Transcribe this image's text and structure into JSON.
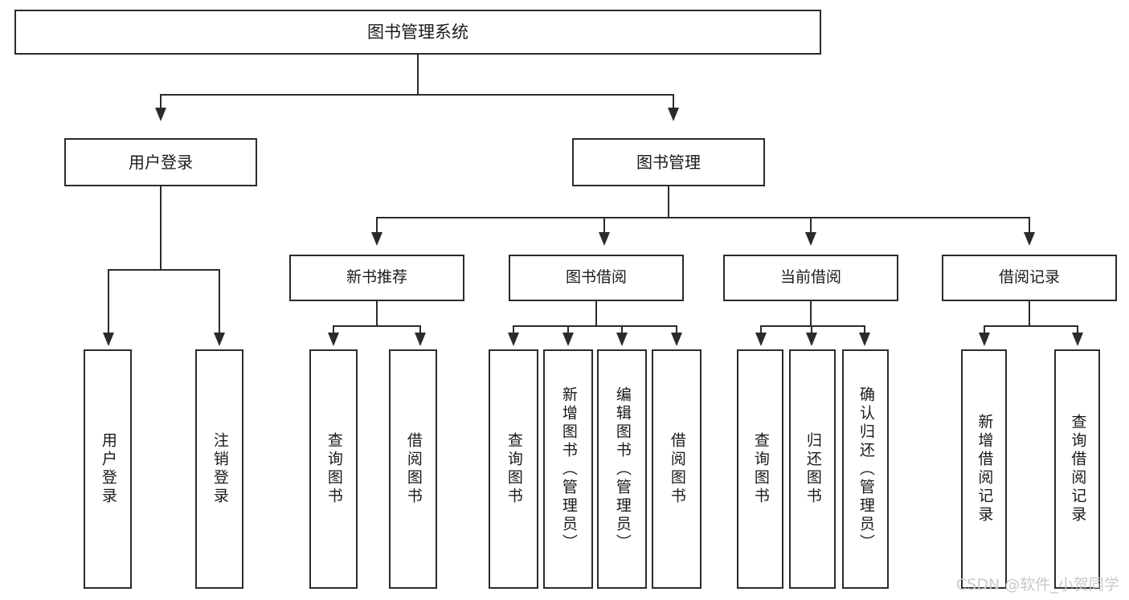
{
  "diagram": {
    "title": "图书管理系统",
    "type": "hierarchy-tree",
    "root": {
      "label": "图书管理系统"
    },
    "level1": [
      {
        "id": "user-login",
        "label": "用户登录"
      },
      {
        "id": "book-manage",
        "label": "图书管理"
      }
    ],
    "level2": [
      {
        "id": "new-book-recommend",
        "label": "新书推荐"
      },
      {
        "id": "book-borrow",
        "label": "图书借阅"
      },
      {
        "id": "current-borrow",
        "label": "当前借阅"
      },
      {
        "id": "borrow-record",
        "label": "借阅记录"
      }
    ],
    "leaves": {
      "user_login": [
        {
          "id": "leaf-user-login",
          "label": "用户登录"
        },
        {
          "id": "leaf-logout-login",
          "label": "注销登录"
        }
      ],
      "new_book_recommend": [
        {
          "id": "leaf-query-book-1",
          "label": "查询图书"
        },
        {
          "id": "leaf-borrow-book-1",
          "label": "借阅图书"
        }
      ],
      "book_borrow": [
        {
          "id": "leaf-query-book-2",
          "label": "查询图书"
        },
        {
          "id": "leaf-add-book",
          "label": "新增图书（管理员）"
        },
        {
          "id": "leaf-edit-book",
          "label": "编辑图书（管理员）"
        },
        {
          "id": "leaf-borrow-book-2",
          "label": "借阅图书"
        }
      ],
      "current_borrow": [
        {
          "id": "leaf-query-book-3",
          "label": "查询图书"
        },
        {
          "id": "leaf-return-book",
          "label": "归还图书"
        },
        {
          "id": "leaf-confirm-return",
          "label": "确认归还（管理员）"
        }
      ],
      "borrow_record": [
        {
          "id": "leaf-add-record",
          "label": "新增借阅记录"
        },
        {
          "id": "leaf-query-record",
          "label": "查询借阅记录"
        }
      ]
    }
  },
  "watermark": {
    "text": "CSDN @软件_小贺同学"
  },
  "colors": {
    "stroke": "#2b2b2b",
    "text": "#1a1a1a",
    "background": "#ffffff",
    "watermark": "#c9c9c9"
  }
}
